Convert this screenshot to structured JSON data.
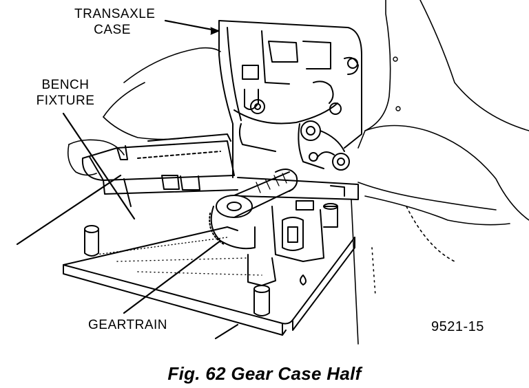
{
  "labels": {
    "transaxle_case": [
      "TRANSAXLE",
      "CASE"
    ],
    "bench_fixture": [
      "BENCH",
      "FIXTURE"
    ],
    "geartrain": "GEARTRAIN"
  },
  "figure_code": "9521-15",
  "caption": "Fig. 62 Gear Case Half"
}
